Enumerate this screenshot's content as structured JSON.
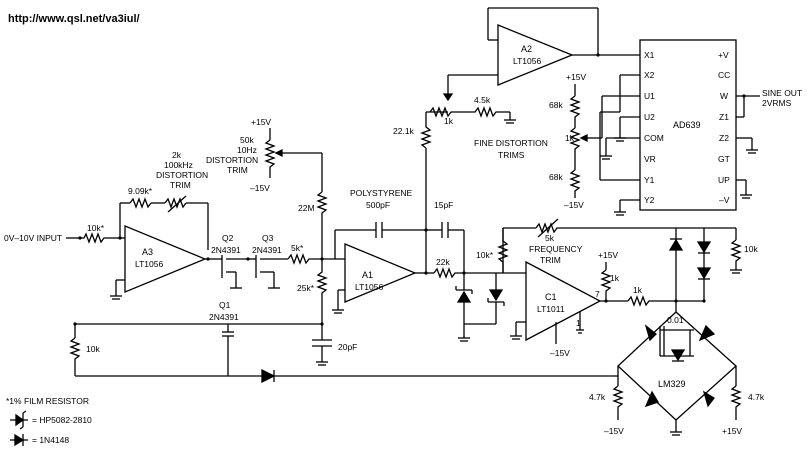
{
  "header": {
    "url": "http://www.qsl.net/va3iul/"
  },
  "labels": {
    "input": "0V–10V INPUT",
    "r_in": "10k*",
    "r_909": "9.09k*",
    "distortion_2k": "2k",
    "distortion_100k": "100kHz",
    "distortion_word": "DISTORTION",
    "trim": "TRIM",
    "a3": "A3",
    "a3_part": "LT1056",
    "q2": "Q2",
    "q2_part": "2N4391",
    "q3": "Q3",
    "q3_part": "2N4391",
    "q1": "Q1",
    "q1_part": "2N4391",
    "r_10k_left": "10k",
    "pos15_a": "+15V",
    "neg15_a": "–15V",
    "pot_50k": "50k",
    "pot_10hz": "10Hz",
    "pot_dist": "DISTORTION",
    "pot_trim": "TRIM",
    "r_22m": "22M",
    "r_5k": "5k*",
    "r_25k": "25k*",
    "polystyrene": "POLYSTYRENE",
    "c_500p": "500pF",
    "c_15p": "15pF",
    "c_20p": "20pF",
    "a1": "A1",
    "a1_part": "LT1056",
    "r_22_1k": "22.1k",
    "r_22k": "22k",
    "a2": "A2",
    "a2_part": "LT1056",
    "r_1k_pot": "1k",
    "r_4_5k": "4.5k",
    "pos15_b": "+15V",
    "r_68k_top": "68k",
    "r_1k_fine": "1k",
    "r_68k_bot": "68k",
    "neg15_b": "–15V",
    "fine_1": "FINE DISTORTION",
    "fine_2": "TRIMS",
    "ad639": "AD639",
    "pin_x1": "X1",
    "pin_x2": "X2",
    "pin_u1": "U1",
    "pin_u2": "U2",
    "pin_com": "COM",
    "pin_vr": "VR",
    "pin_y1": "Y1",
    "pin_y2": "Y2",
    "pin_pv": "+V",
    "pin_cc": "CC",
    "pin_w": "W",
    "pin_z1": "Z1",
    "pin_z2": "Z2",
    "pin_gt": "GT",
    "pin_up": "UP",
    "pin_mv": "–V",
    "sine_out": "SINE OUT",
    "sine_rms": "2VRMS",
    "r_5k_freq": "5k",
    "r_10k_freq": "10k*",
    "freq_1": "FREQUENCY",
    "freq_2": "TRIM",
    "c1": "C1",
    "c1_part": "LT1011",
    "pin_1": "1",
    "pin_7": "7",
    "neg15_c": "–15V",
    "pos15_c": "+15V",
    "r_1k_c1": "1k",
    "r_1k_out": "1k",
    "r_10k_right": "10k",
    "c_001": "0.01",
    "lm329": "LM329",
    "r_47k_l": "4.7k",
    "r_47k_r": "4.7k",
    "neg15_d": "–15V",
    "pos15_d": "+15V"
  },
  "legend": {
    "note": "*1% FILM RESISTOR",
    "hp": "= HP5082-2810",
    "diode": "= 1N4148"
  }
}
